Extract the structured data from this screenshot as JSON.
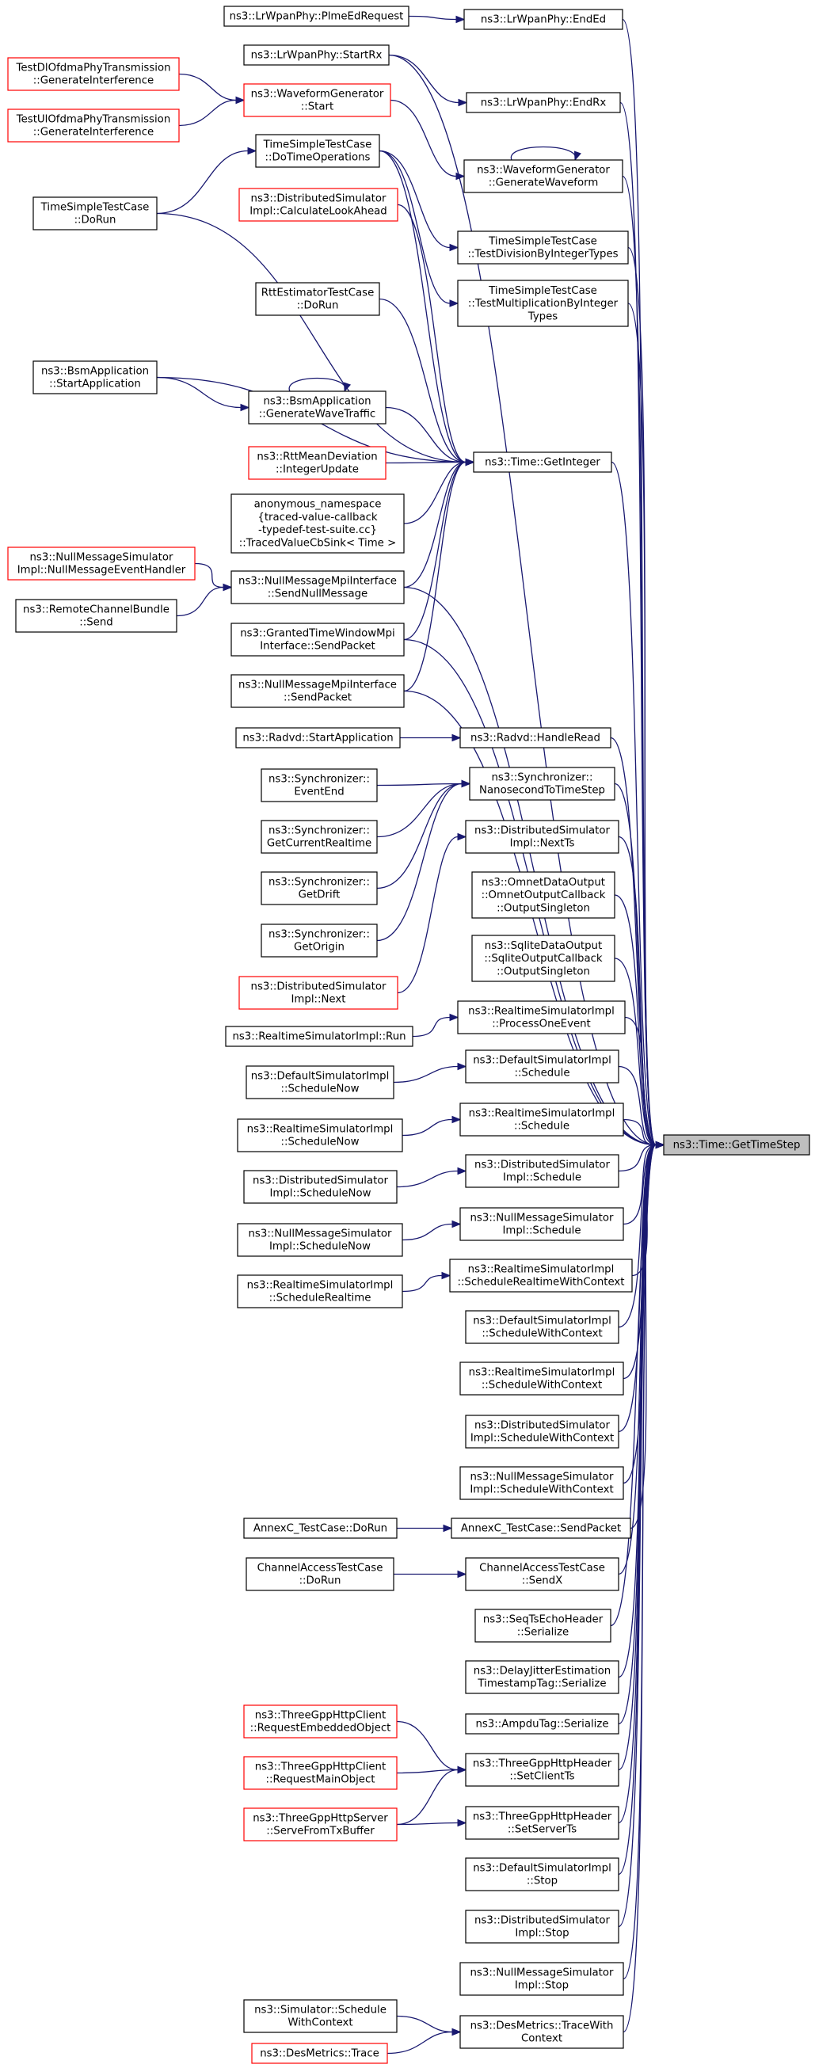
{
  "graph": {
    "title": "",
    "colors": {
      "edge": "#191970",
      "node_border": "#000000",
      "red_border": "#ff0000",
      "highlight_fill": "#bfbfbf"
    },
    "nodes": [
      {
        "id": "plme",
        "lines": [
          "ns3::LrWpanPhy::PlmeEdRequest"
        ],
        "style": "black"
      },
      {
        "id": "ended",
        "lines": [
          "ns3::LrWpanPhy::EndEd"
        ],
        "style": "black"
      },
      {
        "id": "startrx",
        "lines": [
          "ns3::LrWpanPhy::StartRx"
        ],
        "style": "black"
      },
      {
        "id": "endrx",
        "lines": [
          "ns3::LrWpanPhy::EndRx"
        ],
        "style": "black"
      },
      {
        "id": "dlofdma",
        "lines": [
          "TestDlOfdmaPhyTransmission",
          "::GenerateInterference"
        ],
        "style": "red"
      },
      {
        "id": "ulofdma",
        "lines": [
          "TestUlOfdmaPhyTransmission",
          "::GenerateInterference"
        ],
        "style": "red"
      },
      {
        "id": "wgstart",
        "lines": [
          "ns3::WaveformGenerator",
          "::Start"
        ],
        "style": "red"
      },
      {
        "id": "wggen",
        "lines": [
          "ns3::WaveformGenerator",
          "::GenerateWaveform"
        ],
        "style": "black"
      },
      {
        "id": "tstdorun",
        "lines": [
          "TimeSimpleTestCase",
          "::DoRun"
        ],
        "style": "black"
      },
      {
        "id": "tstdotime",
        "lines": [
          "TimeSimpleTestCase",
          "::DoTimeOperations"
        ],
        "style": "black"
      },
      {
        "id": "dsicalc",
        "lines": [
          "ns3::DistributedSimulator",
          "Impl::CalculateLookAhead"
        ],
        "style": "red"
      },
      {
        "id": "tstdiv",
        "lines": [
          "TimeSimpleTestCase",
          "::TestDivisionByIntegerTypes"
        ],
        "style": "black"
      },
      {
        "id": "tstmul",
        "lines": [
          "TimeSimpleTestCase",
          "::TestMultiplicationByInteger",
          "Types"
        ],
        "style": "black"
      },
      {
        "id": "rttdorun",
        "lines": [
          "RttEstimatorTestCase",
          "::DoRun"
        ],
        "style": "black"
      },
      {
        "id": "bsmstart",
        "lines": [
          "ns3::BsmApplication",
          "::StartApplication"
        ],
        "style": "black"
      },
      {
        "id": "bsmgen",
        "lines": [
          "ns3::BsmApplication",
          "::GenerateWaveTraffic"
        ],
        "style": "black"
      },
      {
        "id": "rttmean",
        "lines": [
          "ns3::RttMeanDeviation",
          "::IntegerUpdate"
        ],
        "style": "red"
      },
      {
        "id": "getint",
        "lines": [
          "ns3::Time::GetInteger"
        ],
        "style": "black"
      },
      {
        "id": "anon",
        "lines": [
          "anonymous_namespace",
          "{traced-value-callback",
          "-typedef-test-suite.cc}",
          "::TracedValueCbSink< Time >"
        ],
        "style": "black"
      },
      {
        "id": "nmsnull",
        "lines": [
          "ns3::NullMessageSimulator",
          "Impl::NullMessageEventHandler"
        ],
        "style": "red"
      },
      {
        "id": "nmpisendnull",
        "lines": [
          "ns3::NullMessageMpiInterface",
          "::SendNullMessage"
        ],
        "style": "black"
      },
      {
        "id": "rcbsend",
        "lines": [
          "ns3::RemoteChannelBundle",
          "::Send"
        ],
        "style": "black"
      },
      {
        "id": "gtwsend",
        "lines": [
          "ns3::GrantedTimeWindowMpi",
          "Interface::SendPacket"
        ],
        "style": "black"
      },
      {
        "id": "nmpisendpkt",
        "lines": [
          "ns3::NullMessageMpiInterface",
          "::SendPacket"
        ],
        "style": "black"
      },
      {
        "id": "radvdstart",
        "lines": [
          "ns3::Radvd::StartApplication"
        ],
        "style": "black"
      },
      {
        "id": "radvdread",
        "lines": [
          "ns3::Radvd::HandleRead"
        ],
        "style": "black"
      },
      {
        "id": "syncend",
        "lines": [
          "ns3::Synchronizer::",
          "EventEnd"
        ],
        "style": "black"
      },
      {
        "id": "syncnano",
        "lines": [
          "ns3::Synchronizer::",
          "NanosecondToTimeStep"
        ],
        "style": "black"
      },
      {
        "id": "synccur",
        "lines": [
          "ns3::Synchronizer::",
          "GetCurrentRealtime"
        ],
        "style": "black"
      },
      {
        "id": "dsinextts",
        "lines": [
          "ns3::DistributedSimulator",
          "Impl::NextTs"
        ],
        "style": "black"
      },
      {
        "id": "syncdrift",
        "lines": [
          "ns3::Synchronizer::",
          "GetDrift"
        ],
        "style": "black"
      },
      {
        "id": "omnet",
        "lines": [
          "ns3::OmnetDataOutput",
          "::OmnetOutputCallback",
          "::OutputSingleton"
        ],
        "style": "black"
      },
      {
        "id": "syncorigin",
        "lines": [
          "ns3::Synchronizer::",
          "GetOrigin"
        ],
        "style": "black"
      },
      {
        "id": "sqlite",
        "lines": [
          "ns3::SqliteDataOutput",
          "::SqliteOutputCallback",
          "::OutputSingleton"
        ],
        "style": "black"
      },
      {
        "id": "dsinext",
        "lines": [
          "ns3::DistributedSimulator",
          "Impl::Next"
        ],
        "style": "red"
      },
      {
        "id": "rtrun",
        "lines": [
          "ns3::RealtimeSimulatorImpl::Run"
        ],
        "style": "black"
      },
      {
        "id": "rtproc",
        "lines": [
          "ns3::RealtimeSimulatorImpl",
          "::ProcessOneEvent"
        ],
        "style": "black"
      },
      {
        "id": "defschednow",
        "lines": [
          "ns3::DefaultSimulatorImpl",
          "::ScheduleNow"
        ],
        "style": "black"
      },
      {
        "id": "defsched",
        "lines": [
          "ns3::DefaultSimulatorImpl",
          "::Schedule"
        ],
        "style": "black"
      },
      {
        "id": "rtschednow",
        "lines": [
          "ns3::RealtimeSimulatorImpl",
          "::ScheduleNow"
        ],
        "style": "black"
      },
      {
        "id": "rtsched",
        "lines": [
          "ns3::RealtimeSimulatorImpl",
          "::Schedule"
        ],
        "style": "black"
      },
      {
        "id": "gettimestep",
        "lines": [
          "ns3::Time::GetTimeStep"
        ],
        "style": "highlight"
      },
      {
        "id": "dsischednow",
        "lines": [
          "ns3::DistributedSimulator",
          "Impl::ScheduleNow"
        ],
        "style": "black"
      },
      {
        "id": "dsisched",
        "lines": [
          "ns3::DistributedSimulator",
          "Impl::Schedule"
        ],
        "style": "black"
      },
      {
        "id": "nmsschednow",
        "lines": [
          "ns3::NullMessageSimulator",
          "Impl::ScheduleNow"
        ],
        "style": "black"
      },
      {
        "id": "nmssched",
        "lines": [
          "ns3::NullMessageSimulator",
          "Impl::Schedule"
        ],
        "style": "black"
      },
      {
        "id": "rtschedrt",
        "lines": [
          "ns3::RealtimeSimulatorImpl",
          "::ScheduleRealtime"
        ],
        "style": "black"
      },
      {
        "id": "rtschedrtctx",
        "lines": [
          "ns3::RealtimeSimulatorImpl",
          "::ScheduleRealtimeWithContext"
        ],
        "style": "black"
      },
      {
        "id": "defschedctx",
        "lines": [
          "ns3::DefaultSimulatorImpl",
          "::ScheduleWithContext"
        ],
        "style": "black"
      },
      {
        "id": "rtschedctx",
        "lines": [
          "ns3::RealtimeSimulatorImpl",
          "::ScheduleWithContext"
        ],
        "style": "black"
      },
      {
        "id": "dsischedctx",
        "lines": [
          "ns3::DistributedSimulator",
          "Impl::ScheduleWithContext"
        ],
        "style": "black"
      },
      {
        "id": "nmsschedctx",
        "lines": [
          "ns3::NullMessageSimulator",
          "Impl::ScheduleWithContext"
        ],
        "style": "black"
      },
      {
        "id": "annexdorun",
        "lines": [
          "AnnexC_TestCase::DoRun"
        ],
        "style": "black"
      },
      {
        "id": "annexsend",
        "lines": [
          "AnnexC_TestCase::SendPacket"
        ],
        "style": "black"
      },
      {
        "id": "catdorun",
        "lines": [
          "ChannelAccessTestCase",
          "::DoRun"
        ],
        "style": "black"
      },
      {
        "id": "catsendx",
        "lines": [
          "ChannelAccessTestCase",
          "::SendX"
        ],
        "style": "black"
      },
      {
        "id": "seqts",
        "lines": [
          "ns3::SeqTsEchoHeader",
          "::Serialize"
        ],
        "style": "black"
      },
      {
        "id": "delayjit",
        "lines": [
          "ns3::DelayJitterEstimation",
          "TimestampTag::Serialize"
        ],
        "style": "black"
      },
      {
        "id": "ampdu",
        "lines": [
          "ns3::AmpduTag::Serialize"
        ],
        "style": "black"
      },
      {
        "id": "httpembed",
        "lines": [
          "ns3::ThreeGppHttpClient",
          "::RequestEmbeddedObject"
        ],
        "style": "red"
      },
      {
        "id": "httpclientts",
        "lines": [
          "ns3::ThreeGppHttpHeader",
          "::SetClientTs"
        ],
        "style": "black"
      },
      {
        "id": "httpmain",
        "lines": [
          "ns3::ThreeGppHttpClient",
          "::RequestMainObject"
        ],
        "style": "red"
      },
      {
        "id": "httpserve",
        "lines": [
          "ns3::ThreeGppHttpServer",
          "::ServeFromTxBuffer"
        ],
        "style": "red"
      },
      {
        "id": "httpserverts",
        "lines": [
          "ns3::ThreeGppHttpHeader",
          "::SetServerTs"
        ],
        "style": "black"
      },
      {
        "id": "defstop",
        "lines": [
          "ns3::DefaultSimulatorImpl",
          "::Stop"
        ],
        "style": "black"
      },
      {
        "id": "dsistop",
        "lines": [
          "ns3::DistributedSimulator",
          "Impl::Stop"
        ],
        "style": "black"
      },
      {
        "id": "nmsstop",
        "lines": [
          "ns3::NullMessageSimulator",
          "Impl::Stop"
        ],
        "style": "black"
      },
      {
        "id": "simsched",
        "lines": [
          "ns3::Simulator::Schedule",
          "WithContext"
        ],
        "style": "black"
      },
      {
        "id": "destrace",
        "lines": [
          "ns3::DesMetrics::TraceWith",
          "Context"
        ],
        "style": "black"
      },
      {
        "id": "destr",
        "lines": [
          "ns3::DesMetrics::Trace"
        ],
        "style": "red"
      }
    ],
    "edges": [
      [
        "plme",
        "ended"
      ],
      [
        "ended",
        "gettimestep"
      ],
      [
        "startrx",
        "gettimestep"
      ],
      [
        "startrx",
        "endrx"
      ],
      [
        "endrx",
        "gettimestep"
      ],
      [
        "dlofdma",
        "wgstart"
      ],
      [
        "ulofdma",
        "wgstart"
      ],
      [
        "wgstart",
        "wggen"
      ],
      [
        "wggen",
        "wggen"
      ],
      [
        "wggen",
        "gettimestep"
      ],
      [
        "tstdorun",
        "tstdotime"
      ],
      [
        "tstdorun",
        "getint"
      ],
      [
        "tstdotime",
        "tstdiv"
      ],
      [
        "tstdotime",
        "tstmul"
      ],
      [
        "tstdotime",
        "getint"
      ],
      [
        "dsicalc",
        "getint"
      ],
      [
        "tstdiv",
        "gettimestep"
      ],
      [
        "tstmul",
        "gettimestep"
      ],
      [
        "rttdorun",
        "getint"
      ],
      [
        "bsmstart",
        "bsmgen"
      ],
      [
        "bsmstart",
        "getint"
      ],
      [
        "bsmgen",
        "bsmgen"
      ],
      [
        "bsmgen",
        "getint"
      ],
      [
        "rttmean",
        "getint"
      ],
      [
        "getint",
        "gettimestep"
      ],
      [
        "anon",
        "getint"
      ],
      [
        "nmsnull",
        "nmpisendnull"
      ],
      [
        "rcbsend",
        "nmpisendnull"
      ],
      [
        "nmpisendnull",
        "getint"
      ],
      [
        "nmpisendnull",
        "gettimestep"
      ],
      [
        "gtwsend",
        "getint"
      ],
      [
        "gtwsend",
        "gettimestep"
      ],
      [
        "nmpisendpkt",
        "getint"
      ],
      [
        "nmpisendpkt",
        "gettimestep"
      ],
      [
        "radvdstart",
        "radvdread"
      ],
      [
        "radvdread",
        "gettimestep"
      ],
      [
        "syncend",
        "syncnano"
      ],
      [
        "synccur",
        "syncnano"
      ],
      [
        "syncdrift",
        "syncnano"
      ],
      [
        "syncorigin",
        "syncnano"
      ],
      [
        "syncnano",
        "gettimestep"
      ],
      [
        "dsinext",
        "dsinextts"
      ],
      [
        "dsinextts",
        "gettimestep"
      ],
      [
        "omnet",
        "gettimestep"
      ],
      [
        "sqlite",
        "gettimestep"
      ],
      [
        "rtrun",
        "rtproc"
      ],
      [
        "rtproc",
        "gettimestep"
      ],
      [
        "defschednow",
        "defsched"
      ],
      [
        "defsched",
        "gettimestep"
      ],
      [
        "rtschednow",
        "rtsched"
      ],
      [
        "rtsched",
        "gettimestep"
      ],
      [
        "dsischednow",
        "dsisched"
      ],
      [
        "dsisched",
        "gettimestep"
      ],
      [
        "nmsschednow",
        "nmssched"
      ],
      [
        "nmssched",
        "gettimestep"
      ],
      [
        "rtschedrt",
        "rtschedrtctx"
      ],
      [
        "rtschedrtctx",
        "gettimestep"
      ],
      [
        "defschedctx",
        "gettimestep"
      ],
      [
        "rtschedctx",
        "gettimestep"
      ],
      [
        "dsischedctx",
        "gettimestep"
      ],
      [
        "nmsschedctx",
        "gettimestep"
      ],
      [
        "annexdorun",
        "annexsend"
      ],
      [
        "annexsend",
        "gettimestep"
      ],
      [
        "catdorun",
        "catsendx"
      ],
      [
        "catsendx",
        "gettimestep"
      ],
      [
        "seqts",
        "gettimestep"
      ],
      [
        "delayjit",
        "gettimestep"
      ],
      [
        "ampdu",
        "gettimestep"
      ],
      [
        "httpembed",
        "httpclientts"
      ],
      [
        "httpmain",
        "httpclientts"
      ],
      [
        "httpserve",
        "httpclientts"
      ],
      [
        "httpserve",
        "httpserverts"
      ],
      [
        "httpclientts",
        "gettimestep"
      ],
      [
        "httpserverts",
        "gettimestep"
      ],
      [
        "defstop",
        "gettimestep"
      ],
      [
        "dsistop",
        "gettimestep"
      ],
      [
        "nmsstop",
        "gettimestep"
      ],
      [
        "simsched",
        "destrace"
      ],
      [
        "destr",
        "destrace"
      ],
      [
        "destrace",
        "gettimestep"
      ]
    ]
  }
}
